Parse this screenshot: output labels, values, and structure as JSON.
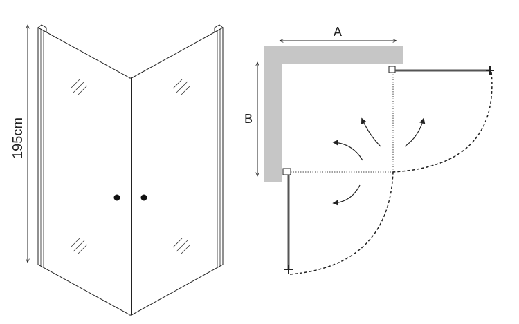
{
  "height_label": "195cm",
  "dim_a_label": "A",
  "dim_b_label": "B",
  "colors": {
    "line": "#222222",
    "wall": "#c6c6c6",
    "frame": "#555555",
    "background": "#ffffff"
  },
  "icons": {
    "door_swing_arrow": "curved-arrow-icon",
    "handle": "handle-knob-icon"
  }
}
